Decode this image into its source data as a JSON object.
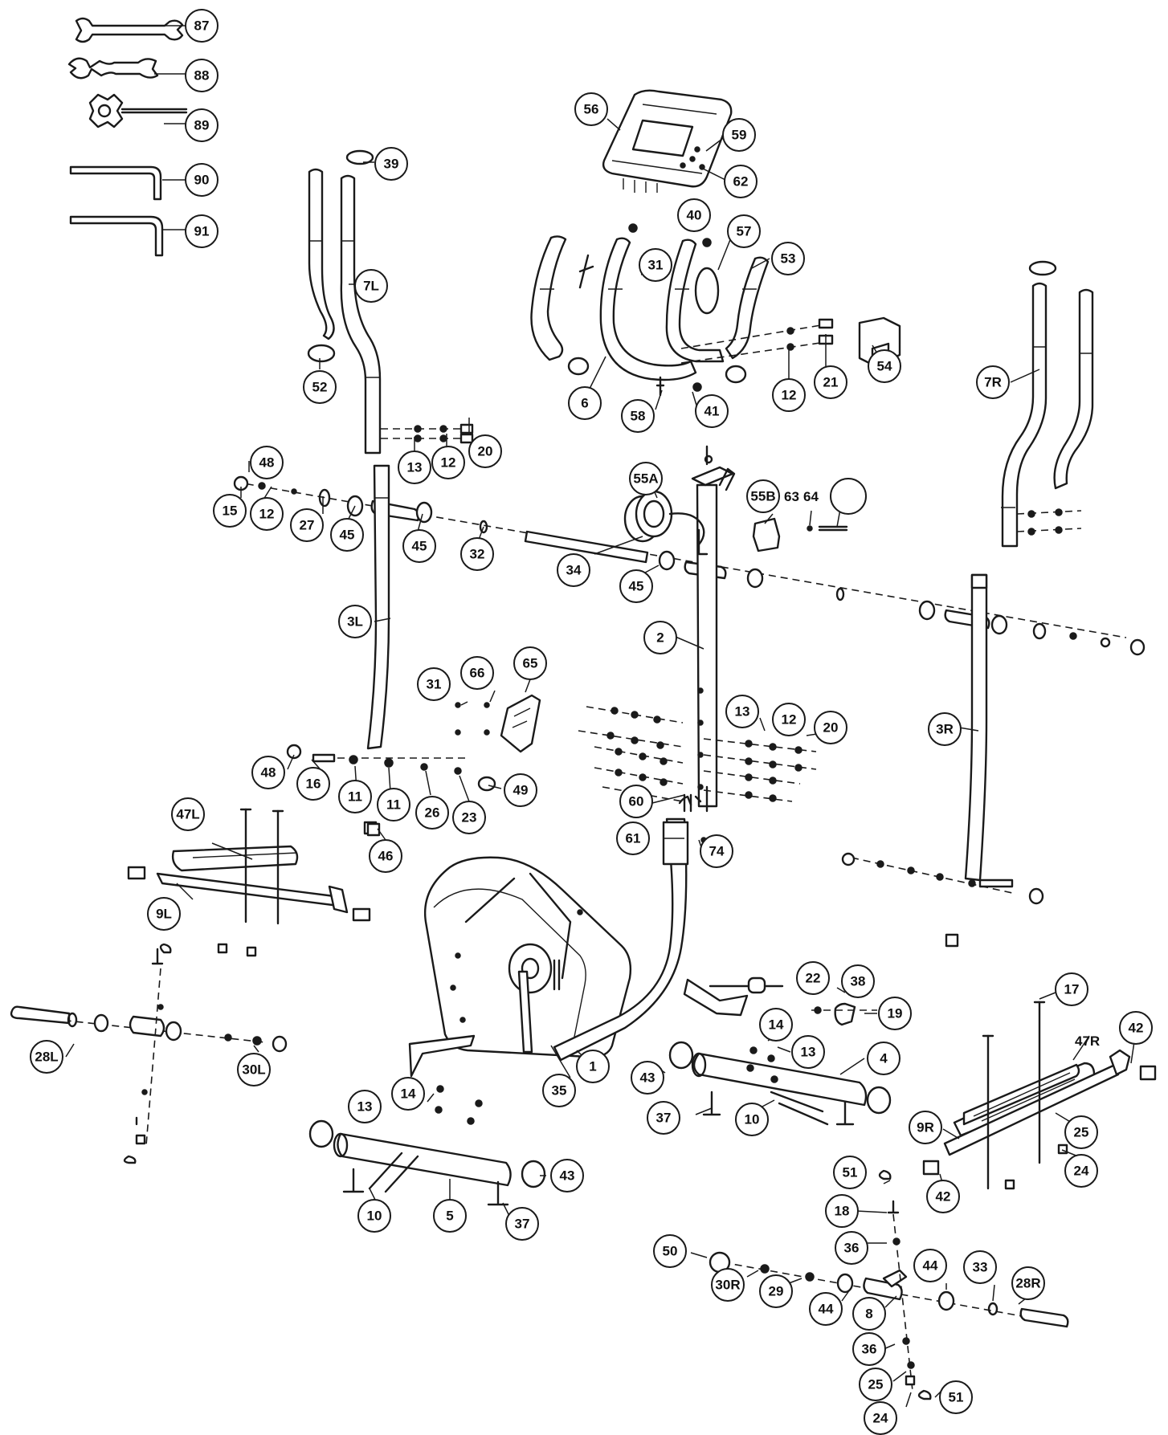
{
  "callouts": [
    {
      "id": "87",
      "label": "87"
    },
    {
      "id": "88",
      "label": "88"
    },
    {
      "id": "89",
      "label": "89"
    },
    {
      "id": "90",
      "label": "90"
    },
    {
      "id": "91",
      "label": "91"
    },
    {
      "id": "39",
      "label": "39"
    },
    {
      "id": "7L",
      "label": "7L"
    },
    {
      "id": "52",
      "label": "52"
    },
    {
      "id": "56",
      "label": "56"
    },
    {
      "id": "59",
      "label": "59"
    },
    {
      "id": "62",
      "label": "62"
    },
    {
      "id": "40",
      "label": "40"
    },
    {
      "id": "57",
      "label": "57"
    },
    {
      "id": "53",
      "label": "53"
    },
    {
      "id": "31a",
      "label": "31"
    },
    {
      "id": "54",
      "label": "54"
    },
    {
      "id": "21",
      "label": "21"
    },
    {
      "id": "12a",
      "label": "12"
    },
    {
      "id": "6",
      "label": "6"
    },
    {
      "id": "58",
      "label": "58"
    },
    {
      "id": "41",
      "label": "41"
    },
    {
      "id": "7R",
      "label": "7R"
    },
    {
      "id": "13a",
      "label": "13"
    },
    {
      "id": "12b",
      "label": "12"
    },
    {
      "id": "20a",
      "label": "20"
    },
    {
      "id": "48a",
      "label": "48"
    },
    {
      "id": "15",
      "label": "15"
    },
    {
      "id": "12c",
      "label": "12"
    },
    {
      "id": "27",
      "label": "27"
    },
    {
      "id": "45a",
      "label": "45"
    },
    {
      "id": "45b",
      "label": "45"
    },
    {
      "id": "32",
      "label": "32"
    },
    {
      "id": "55A",
      "label": "55A"
    },
    {
      "id": "34",
      "label": "34"
    },
    {
      "id": "45c",
      "label": "45"
    },
    {
      "id": "55B",
      "label": "55B"
    },
    {
      "id": "2",
      "label": "2"
    },
    {
      "id": "3L",
      "label": "3L"
    },
    {
      "id": "31b",
      "label": "31"
    },
    {
      "id": "66",
      "label": "66"
    },
    {
      "id": "65",
      "label": "65"
    },
    {
      "id": "13b",
      "label": "13"
    },
    {
      "id": "12d",
      "label": "12"
    },
    {
      "id": "20b",
      "label": "20"
    },
    {
      "id": "3R",
      "label": "3R"
    },
    {
      "id": "48b",
      "label": "48"
    },
    {
      "id": "16",
      "label": "16"
    },
    {
      "id": "11a",
      "label": "11"
    },
    {
      "id": "11b",
      "label": "11"
    },
    {
      "id": "26",
      "label": "26"
    },
    {
      "id": "23",
      "label": "23"
    },
    {
      "id": "49",
      "label": "49"
    },
    {
      "id": "60",
      "label": "60"
    },
    {
      "id": "61",
      "label": "61"
    },
    {
      "id": "74",
      "label": "74"
    },
    {
      "id": "47L",
      "label": "47L"
    },
    {
      "id": "46",
      "label": "46"
    },
    {
      "id": "9L",
      "label": "9L"
    },
    {
      "id": "22",
      "label": "22"
    },
    {
      "id": "38",
      "label": "38"
    },
    {
      "id": "19",
      "label": "19"
    },
    {
      "id": "17",
      "label": "17"
    },
    {
      "id": "14a",
      "label": "14"
    },
    {
      "id": "13c",
      "label": "13"
    },
    {
      "id": "42a",
      "label": "42"
    },
    {
      "id": "28L",
      "label": "28L"
    },
    {
      "id": "30L",
      "label": "30L"
    },
    {
      "id": "1",
      "label": "1"
    },
    {
      "id": "35",
      "label": "35"
    },
    {
      "id": "43a",
      "label": "43"
    },
    {
      "id": "4",
      "label": "4"
    },
    {
      "id": "37a",
      "label": "37"
    },
    {
      "id": "10a",
      "label": "10"
    },
    {
      "id": "9R",
      "label": "9R"
    },
    {
      "id": "25a",
      "label": "25"
    },
    {
      "id": "14b",
      "label": "14"
    },
    {
      "id": "13d",
      "label": "13"
    },
    {
      "id": "43b",
      "label": "43"
    },
    {
      "id": "24a",
      "label": "24"
    },
    {
      "id": "42b",
      "label": "42"
    },
    {
      "id": "51a",
      "label": "51"
    },
    {
      "id": "10b",
      "label": "10"
    },
    {
      "id": "5",
      "label": "5"
    },
    {
      "id": "37b",
      "label": "37"
    },
    {
      "id": "18",
      "label": "18"
    },
    {
      "id": "50",
      "label": "50"
    },
    {
      "id": "36a",
      "label": "36"
    },
    {
      "id": "44a",
      "label": "44"
    },
    {
      "id": "33",
      "label": "33"
    },
    {
      "id": "28R",
      "label": "28R"
    },
    {
      "id": "30R",
      "label": "30R"
    },
    {
      "id": "29",
      "label": "29"
    },
    {
      "id": "44b",
      "label": "44"
    },
    {
      "id": "8",
      "label": "8"
    },
    {
      "id": "36b",
      "label": "36"
    },
    {
      "id": "25b",
      "label": "25"
    },
    {
      "id": "51b",
      "label": "51"
    },
    {
      "id": "24b",
      "label": "24"
    }
  ],
  "inline_labels": {
    "p63": "63",
    "p64": "64",
    "p47R": "47R"
  },
  "colors": {
    "line": "#1a1a1a",
    "background": "#ffffff"
  }
}
